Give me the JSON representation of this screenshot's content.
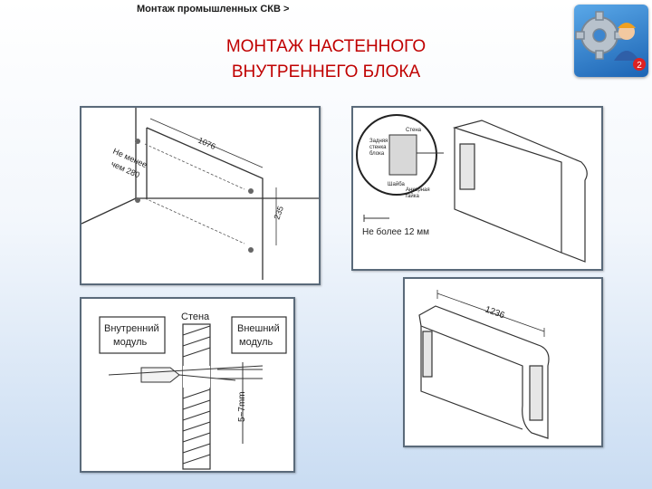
{
  "header": {
    "breadcrumb": "Монтаж промышленных СКВ >",
    "title_line1": "МОНТАЖ НАСТЕННОГО",
    "title_line2": "ВНУТРЕННЕГО БЛОКА"
  },
  "logo": {
    "icon": "gear-worker-icon",
    "badge": "2"
  },
  "panel_top_left": {
    "width_label": "1076",
    "min_label_1": "Не менее",
    "min_label_2": "чем 280",
    "height_label": "235"
  },
  "panel_top_right": {
    "label_wall_1": "Задняя",
    "label_wall_2": "стенка",
    "label_wall_3": "блока",
    "label_fix_1": "Стена",
    "label_screw_1": "Шайба",
    "label_anchor_1": "Анкерная",
    "label_anchor_2": "гайка",
    "gap_label": "Не более 12 мм"
  },
  "panel_bottom_left": {
    "indoor_line1": "Внутренний",
    "indoor_line2": "модуль",
    "wall_label": "Стена",
    "outdoor_line1": "Внешний",
    "outdoor_line2": "модуль",
    "slope_label": "5~7mm"
  },
  "panel_bottom_right": {
    "width_label": "1236"
  },
  "colors": {
    "title": "#c00000",
    "panel_border": "#5a6a7a",
    "logo_bg": "#1c64b4"
  }
}
